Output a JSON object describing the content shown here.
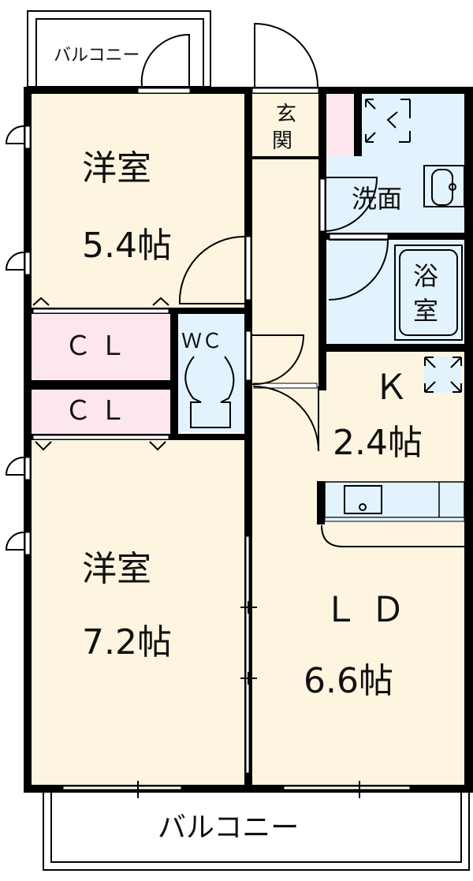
{
  "floorplan": {
    "colors": {
      "room": "#fdf5e0",
      "storage": "#fde6ee",
      "wet": "#e3f3fd",
      "wall": "#000000",
      "background": "#ffffff"
    },
    "rooms": {
      "western_top": {
        "name": "洋室",
        "size": "5.4帖"
      },
      "western_bottom": {
        "name": "洋室",
        "size": "7.2帖"
      },
      "closet_1": {
        "name": "ＣＬ"
      },
      "closet_2": {
        "name": "ＣＬ"
      },
      "toilet": {
        "name": "ＷＣ"
      },
      "entrance": {
        "name_line1": "玄",
        "name_line2": "関"
      },
      "washroom": {
        "name": "洗面"
      },
      "bathroom": {
        "name_line1": "浴",
        "name_line2": "室"
      },
      "kitchen": {
        "name": "Ｋ",
        "size": "2.4帖"
      },
      "living_dining": {
        "name": "ＬＤ",
        "size": "6.6帖"
      }
    },
    "balconies": {
      "top": {
        "name": "バルコニー"
      },
      "bottom": {
        "name": "バルコニー"
      }
    },
    "icons": [
      "washing-machine-space-icon",
      "refrigerator-space-icon",
      "toilet-icon",
      "washbasin-icon",
      "kitchen-sink-icon",
      "bathtub-icon"
    ]
  }
}
